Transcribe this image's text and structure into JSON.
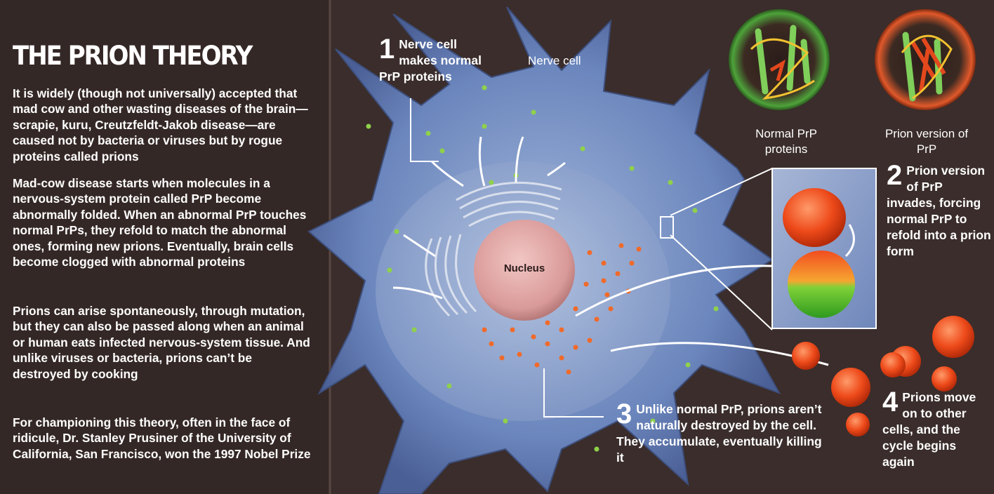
{
  "title": "THE PRION THEORY",
  "paragraphs": [
    "It is widely (though not universally) accepted that mad cow and other wasting diseases of the brain—scrapie, kuru, Creutzfeldt-Jakob disease—are caused not by bacteria or viruses but by rogue proteins called prions",
    "Mad-cow disease starts when molecules in a nervous-system protein called PrP become abnormally folded. When an abnormal PrP touches normal PrPs, they refold to match the abnormal ones, forming new prions. Eventually, brain cells become clogged with abnormal proteins",
    "Prions can arise spontaneously, through mutation, but they can also be passed along when an animal or human eats infected nervous-system tissue. And unlike viruses or bacteria, prions can’t be destroyed by cooking",
    "For championing this theory, often in the face of ridicule, Dr. Stanley Prusiner of the University of California, San Francisco, won the 1997 Nobel Prize"
  ],
  "labels": {
    "nerve_cell": "Nerve cell",
    "nucleus": "Nucleus",
    "normal_prp": "Normal PrP proteins",
    "prion_prp": "Prion version of PrP"
  },
  "steps": [
    {
      "num": "1",
      "text": "Nerve cell makes normal PrP proteins"
    },
    {
      "num": "2",
      "text": "Prion version of PrP invades, forcing normal PrP to refold into a prion form"
    },
    {
      "num": "3",
      "text": "Unlike normal PrP, prions aren’t naturally destroyed by the cell. They accumulate, eventually killing it"
    },
    {
      "num": "4",
      "text": "Prions move on to other cells, and the cycle begins again"
    }
  ],
  "colors": {
    "background": "#3a2d2b",
    "cell": "#6b86bd",
    "nucleus": "#d9a0a0",
    "prion": "#ee5a1e",
    "normal_protein": "#7fc43d"
  }
}
